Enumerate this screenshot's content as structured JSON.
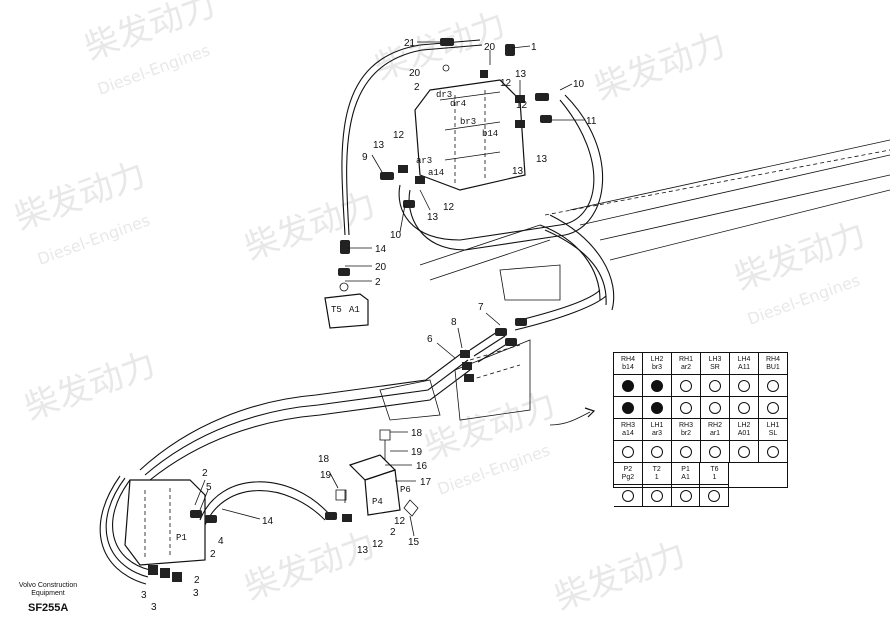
{
  "watermark": {
    "brand": "柴发动力",
    "sub": "Diesel-Engines"
  },
  "callouts": {
    "top": [
      "21",
      "20",
      "2",
      "1",
      "20",
      "12",
      "13",
      "10",
      "11",
      "12",
      "13",
      "13",
      "9",
      "13",
      "12",
      "12",
      "13",
      "10",
      "14",
      "20",
      "2"
    ],
    "middle": [
      "7",
      "8",
      "6",
      "18",
      "19",
      "16",
      "17",
      "18",
      "19",
      "P6",
      "P4"
    ],
    "bottom": [
      "2",
      "5",
      "4",
      "2",
      "P1",
      "14",
      "2",
      "3",
      "3",
      "3",
      "2",
      "13",
      "12",
      "12",
      "15"
    ]
  },
  "port_labels": [
    "dr3",
    "dr4",
    "br3",
    "b14",
    "ar3",
    "a14",
    "T5",
    "A1"
  ],
  "port_table": {
    "row1_headers": [
      [
        "RH4",
        "b14"
      ],
      [
        "LH2",
        "br3"
      ],
      [
        "RH1",
        "ar2"
      ],
      [
        "LH3",
        "SR"
      ],
      [
        "LH4",
        "A11"
      ],
      [
        "RH4",
        "BU1"
      ]
    ],
    "row1_fill": [
      true,
      true,
      false,
      false,
      false,
      false
    ],
    "row1_fill_second": [
      true,
      true,
      false,
      false,
      false,
      false
    ],
    "row2_headers": [
      [
        "RH3",
        "a14"
      ],
      [
        "LH1",
        "ar3"
      ],
      [
        "RH3",
        "br2"
      ],
      [
        "RH2",
        "ar1"
      ],
      [
        "LH2",
        "A01"
      ],
      [
        "LH1",
        "SL"
      ]
    ],
    "row2_fill": [
      false,
      false,
      false,
      false,
      false,
      false
    ],
    "row3_headers": [
      [
        "P2",
        "Pg2"
      ],
      [
        "T2",
        "1"
      ],
      [
        "P1",
        "A1"
      ],
      [
        "T6",
        "1"
      ]
    ],
    "row3_fill": [
      false,
      false,
      false,
      false
    ]
  },
  "caption": {
    "line1": "Volvo Construction",
    "line2": "Equipment",
    "code": "SF255A"
  }
}
